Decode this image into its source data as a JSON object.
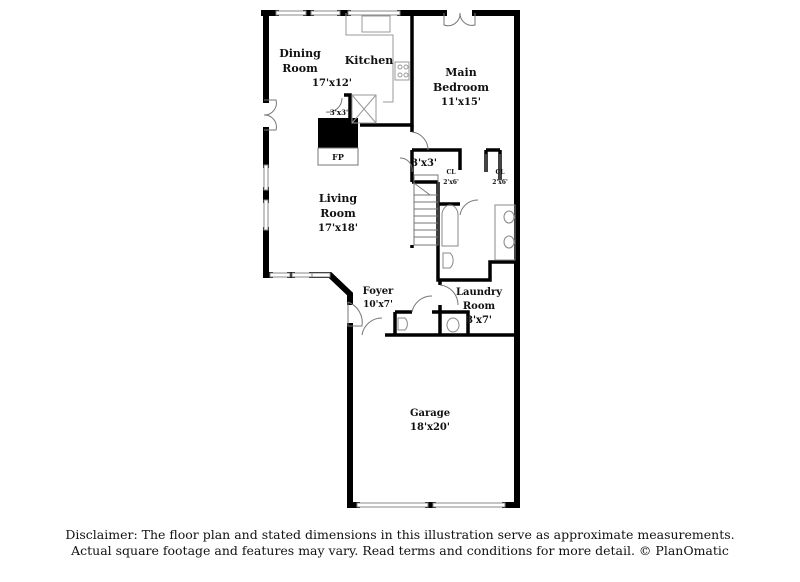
{
  "rooms": {
    "dining": {
      "name_line1": "Dining",
      "name_line2": "Room"
    },
    "kitchen": {
      "name": "Kitchen",
      "size": "17'x12'"
    },
    "pantry": {
      "size": "3'x3'"
    },
    "fireplace": {
      "label": "FP"
    },
    "main_bedroom": {
      "name_line1": "Main",
      "name_line2": "Bedroom",
      "size": "11'x15'"
    },
    "closet_hall": {
      "size": "3'x3'"
    },
    "closet1": {
      "name": "CL",
      "size": "2'x6'"
    },
    "closet2": {
      "name": "CL",
      "size": "2'x6'"
    },
    "living": {
      "name_line1": "Living",
      "name_line2": "Room",
      "size": "17'x18'"
    },
    "foyer": {
      "name": "Foyer",
      "size": "10'x7'"
    },
    "laundry": {
      "name_line1": "Laundry",
      "name_line2": "Room",
      "size": "8'x7'"
    },
    "garage": {
      "name": "Garage",
      "size": "18'x20'"
    }
  },
  "disclaimer": {
    "line1": "Disclaimer: The floor plan and stated dimensions in this illustration serve as approximate measurements.",
    "line2": "Actual square footage and features may vary. Read terms and conditions for more detail. © PlanOmatic"
  },
  "colors": {
    "wall": "#000000",
    "fixture": "#999999"
  }
}
